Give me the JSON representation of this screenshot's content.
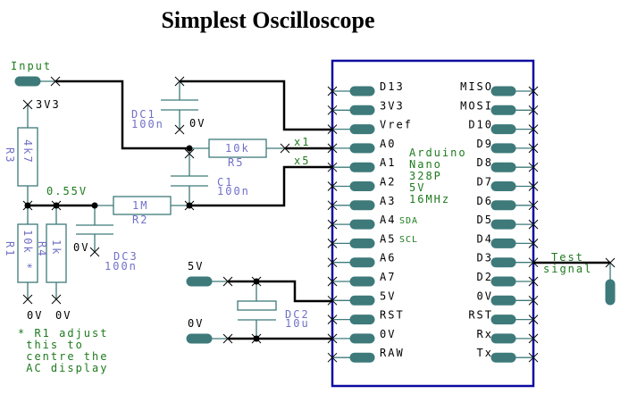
{
  "title": "Simplest Oscilloscope",
  "colors": {
    "wire": "#000000",
    "component": "#3e7a7a",
    "chip_outline": "#0a0aa0",
    "net_label": "#1d7a1d",
    "ref_label": "#7070c8"
  },
  "nets": {
    "input": "Input",
    "supply_3v3": "3V3",
    "mid_node": "0.55V",
    "supply_5v": "5V",
    "ground": "0V",
    "x1": "x1",
    "x5": "x5",
    "test_signal_line1": "Test",
    "test_signal_line2": "signal"
  },
  "components": {
    "DC1": {
      "ref": "DC1",
      "value": "100n",
      "gnd": "0V"
    },
    "C1": {
      "ref": "C1",
      "value": "100n"
    },
    "R5": {
      "ref": "R5",
      "value": "10k"
    },
    "R2": {
      "ref": "R2",
      "value": "1M"
    },
    "R3": {
      "ref": "R3",
      "value": "4k7"
    },
    "R1": {
      "ref": "R1",
      "value": "10k *",
      "gnd": "0V"
    },
    "R4": {
      "ref": "R4",
      "value": "1k",
      "gnd": "0V"
    },
    "DC3": {
      "ref": "DC3",
      "value": "100n",
      "gnd": "0V"
    },
    "DC2": {
      "ref": "DC2",
      "value": "10u"
    }
  },
  "note": [
    "* R1 adjust",
    " this to",
    " centre the",
    " AC display"
  ],
  "arduino": {
    "label": [
      "Arduino",
      "Nano",
      "328P",
      "5V",
      "16MHz"
    ],
    "left_pins": [
      "D13",
      "3V3",
      "Vref",
      "A0",
      "A1",
      "A2",
      "A3",
      "A4",
      "A5",
      "A6",
      "A7",
      "5V",
      "RST",
      "0V",
      "RAW"
    ],
    "right_pins": [
      "MISO",
      "MOSI",
      "D10",
      "D9",
      "D8",
      "D7",
      "D6",
      "D5",
      "D4",
      "D3",
      "D2",
      "0V",
      "RST",
      "Rx",
      "Tx"
    ],
    "pin_notes": {
      "A4": "SDA",
      "A5": "SCL"
    }
  }
}
